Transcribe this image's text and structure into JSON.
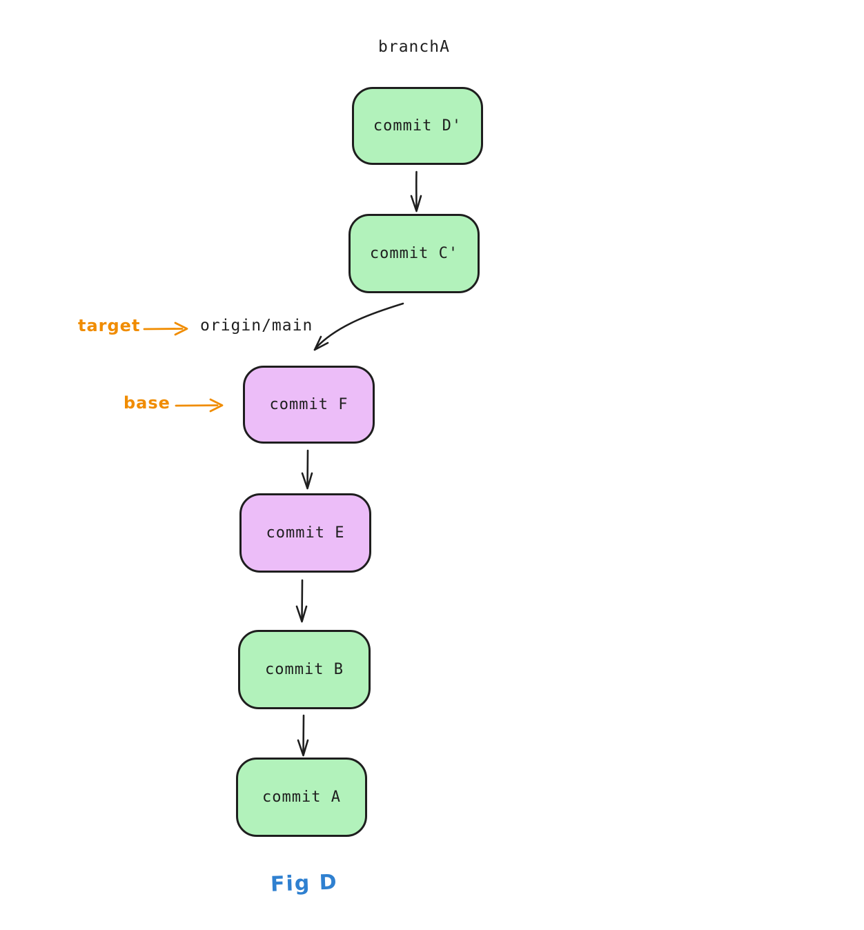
{
  "diagram": {
    "branch_title": "branchA",
    "figure_label": "Fig D",
    "annotations": {
      "target_label": "target",
      "target_ref": "origin/main",
      "base_label": "base"
    },
    "nodes": [
      {
        "id": "commit-d-prime",
        "label": "commit D'",
        "color": "green",
        "branch": "branchA"
      },
      {
        "id": "commit-c-prime",
        "label": "commit C'",
        "color": "green",
        "branch": "branchA"
      },
      {
        "id": "commit-f",
        "label": "commit F",
        "color": "purple",
        "ref": "origin/main",
        "role": "base"
      },
      {
        "id": "commit-e",
        "label": "commit E",
        "color": "purple"
      },
      {
        "id": "commit-b",
        "label": "commit B",
        "color": "green"
      },
      {
        "id": "commit-a",
        "label": "commit A",
        "color": "green"
      }
    ],
    "edges": [
      {
        "from": "commit-d-prime",
        "to": "commit-c-prime"
      },
      {
        "from": "commit-c-prime",
        "to": "commit-f",
        "style": "curved"
      },
      {
        "from": "commit-f",
        "to": "commit-e"
      },
      {
        "from": "commit-e",
        "to": "commit-b"
      },
      {
        "from": "commit-b",
        "to": "commit-a"
      }
    ],
    "colors": {
      "green_fill": "#b2f2bb",
      "purple_fill": "#ecbdf8",
      "stroke": "#1e1e1e",
      "annotation_orange": "#f08c00",
      "figure_blue": "#2f80d0",
      "background": "#ffffff"
    }
  }
}
